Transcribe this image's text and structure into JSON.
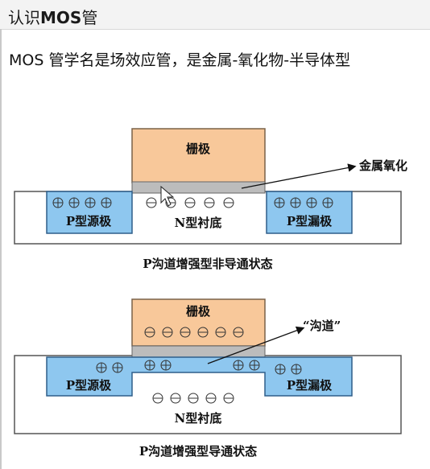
{
  "header": {
    "title_prefix": "认识",
    "title_bold": "MOS",
    "title_suffix": "管"
  },
  "description": "MOS 管学名是场效应管，是金属-氧化物-半导体型",
  "diagram1": {
    "gate_label": "栅极",
    "oxide_label": "金属氧化",
    "source_label": "P型源极",
    "drain_label": "P型漏极",
    "substrate_label": "N型衬底",
    "caption": "P沟道增强型非导通状态"
  },
  "diagram2": {
    "gate_label": "栅极",
    "channel_label": "“沟道”",
    "source_label": "P型源极",
    "drain_label": "P型漏极",
    "substrate_label": "N型衬底",
    "caption": "P沟道增强型导通状态"
  },
  "colors": {
    "gate": "#f8c89a",
    "gate_border": "#7a6248",
    "oxide": "#bcbcbc",
    "doped": "#8ec7ef",
    "doped_border": "#2f5e8a",
    "substrate_border": "#555555",
    "text": "#111111"
  },
  "icons": [
    "plus-circle-icon",
    "minus-circle-icon",
    "arrow-icon",
    "mouse-cursor-icon"
  ]
}
